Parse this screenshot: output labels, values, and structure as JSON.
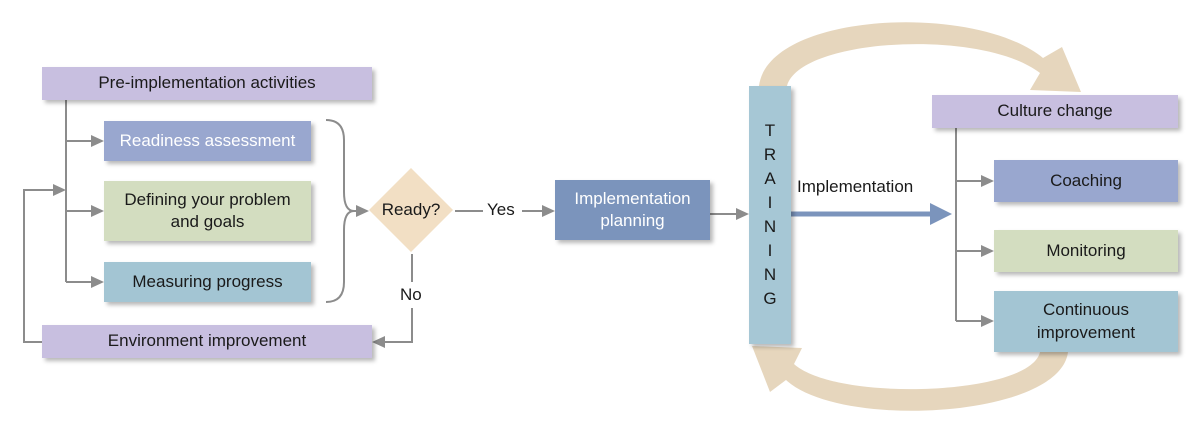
{
  "nodes": {
    "pre_implementation": "Pre-implementation activities",
    "readiness": "Readiness assessment",
    "defining_line1": "Defining your problem",
    "defining_line2": "and goals",
    "measuring": "Measuring progress",
    "environment": "Environment improvement",
    "ready": "Ready?",
    "planning_line1": "Implementation",
    "planning_line2": "planning",
    "training_letters": [
      "T",
      "R",
      "A",
      "I",
      "N",
      "I",
      "N",
      "G"
    ],
    "culture": "Culture change",
    "coaching": "Coaching",
    "monitoring": "Monitoring",
    "continuous_line1": "Continuous",
    "continuous_line2": "improvement"
  },
  "edges": {
    "yes": "Yes",
    "no": "No",
    "implementation": "Implementation"
  },
  "colors": {
    "lavender": "#c8bfe0",
    "slate_blue": "#99a7cf",
    "sage": "#d3ddc0",
    "light_blue": "#a3c5d3",
    "tan": "#f2dfc4",
    "steel_blue": "#7b94bc",
    "training_blue": "#a6c7d5",
    "curve_tan": "#e6d6bd",
    "connector_gray": "#8c8c8c"
  }
}
